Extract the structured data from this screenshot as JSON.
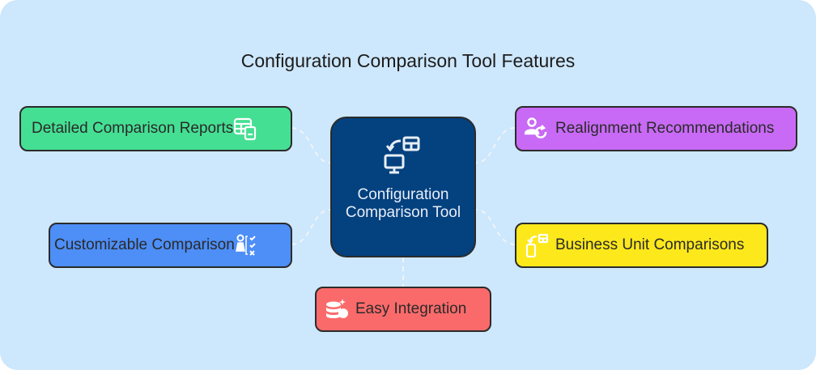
{
  "title": "Configuration Comparison Tool Features",
  "center": {
    "label": "Configuration Comparison Tool",
    "icon": "config-compare-icon",
    "color": "#03417f"
  },
  "features": [
    {
      "label": "Detailed Comparison Reports",
      "icon": "report-table-icon",
      "color": "#45df93"
    },
    {
      "label": "Customizable Comparison",
      "icon": "person-checklist-icon",
      "color": "#4d8ef7"
    },
    {
      "label": "Easy Integration",
      "icon": "database-gear-icon",
      "color": "#fb6a6a"
    },
    {
      "label": "Realignment Recommendations",
      "icon": "user-refresh-icon",
      "color": "#c86af5"
    },
    {
      "label": "Business Unit Comparisons",
      "icon": "mobile-compare-icon",
      "color": "#fde81c"
    }
  ]
}
